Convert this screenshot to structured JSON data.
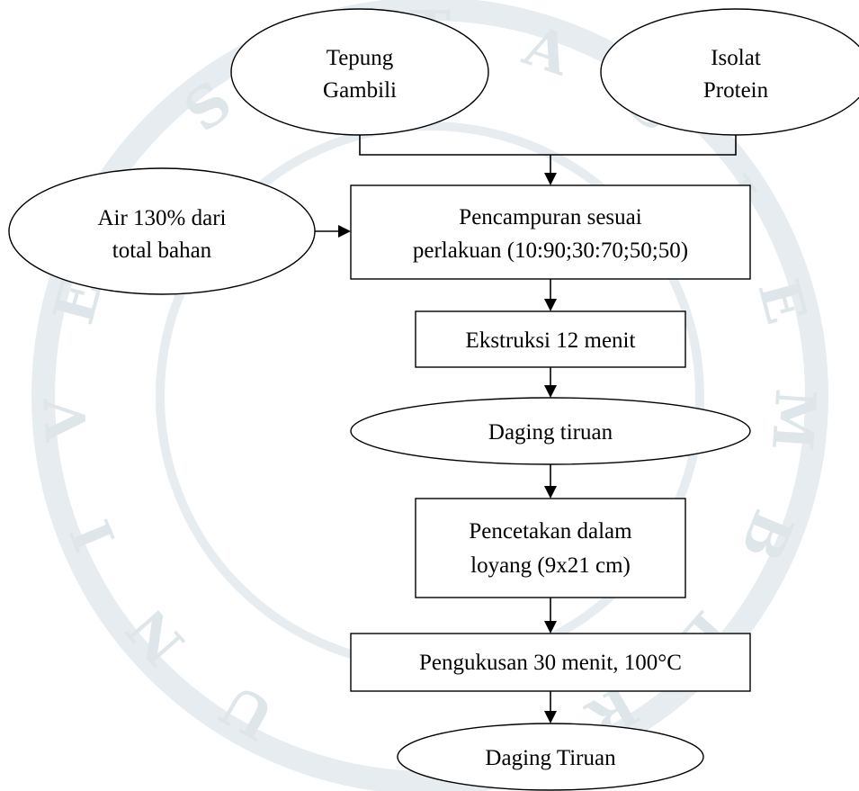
{
  "watermark": {
    "letters": [
      "U",
      "N",
      "I",
      "V",
      "E",
      "R",
      "S",
      "I",
      "T",
      "A",
      "S",
      "J",
      "E",
      "M",
      "B",
      "E",
      "R"
    ]
  },
  "nodes": {
    "tepung": {
      "lines": [
        "Tepung",
        "Gambili"
      ]
    },
    "isolat": {
      "lines": [
        "Isolat",
        "Protein"
      ]
    },
    "air": {
      "lines": [
        "Air 130% dari",
        "total bahan"
      ]
    },
    "pencampuran": {
      "lines": [
        "Pencampuran sesuai",
        "perlakuan (10:90;30:70;50;50)"
      ]
    },
    "ekstruksi": {
      "lines": [
        "Ekstruksi 12 menit"
      ]
    },
    "daging1": {
      "lines": [
        "Daging tiruan"
      ]
    },
    "pencetakan": {
      "lines": [
        "Pencetakan dalam",
        "loyang (9x21 cm)"
      ]
    },
    "pengukusan": {
      "lines": [
        "Pengukusan 30 menit, 100°C"
      ]
    },
    "daging2": {
      "lines": [
        "Daging Tiruan"
      ]
    }
  }
}
